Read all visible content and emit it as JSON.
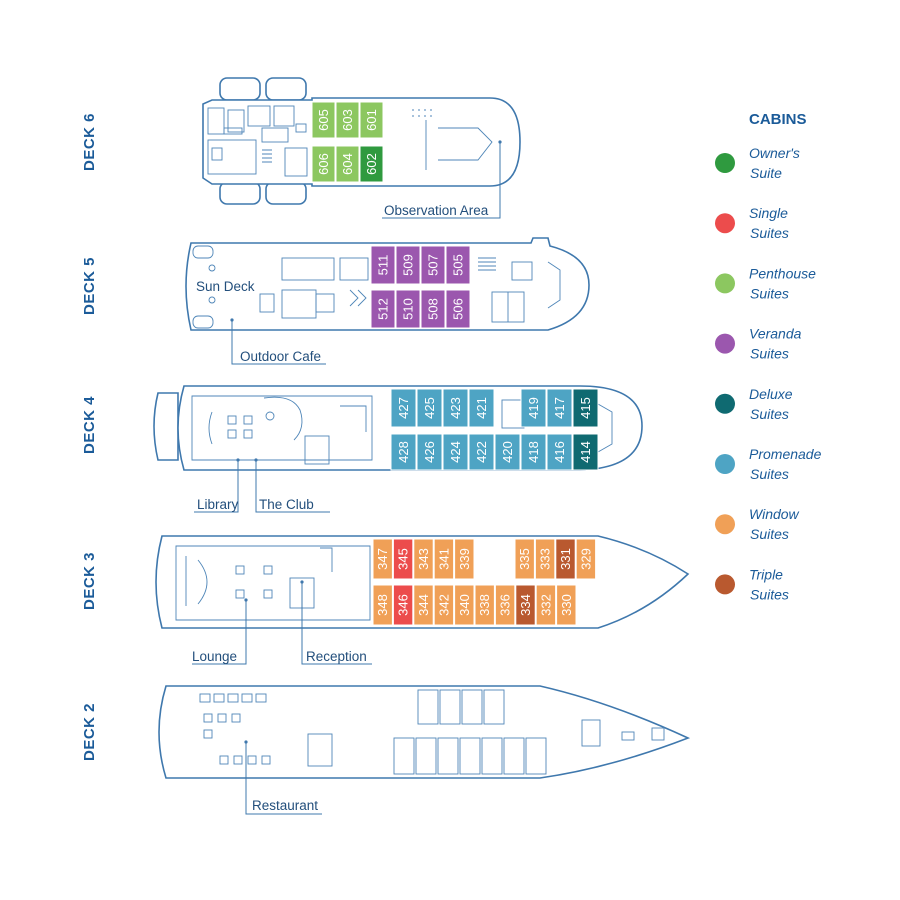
{
  "colors": {
    "owners": "#2f9a3f",
    "single": "#ec4c4c",
    "penthouse": "#8cc760",
    "veranda": "#9b57ae",
    "deluxe": "#0f6a71",
    "promenade": "#4ea4c4",
    "window": "#f0a057",
    "triple": "#b9592f"
  },
  "legend": {
    "title": "CABINS",
    "items": [
      {
        "key": "owners",
        "line1": "Owner's",
        "line2": "Suite"
      },
      {
        "key": "single",
        "line1": "Single",
        "line2": "Suites"
      },
      {
        "key": "penthouse",
        "line1": "Penthouse",
        "line2": "Suites"
      },
      {
        "key": "veranda",
        "line1": "Veranda",
        "line2": "Suites"
      },
      {
        "key": "deluxe",
        "line1": "Deluxe",
        "line2": "Suites"
      },
      {
        "key": "promenade",
        "line1": "Promenade",
        "line2": "Suites"
      },
      {
        "key": "window",
        "line1": "Window",
        "line2": "Suites"
      },
      {
        "key": "triple",
        "line1": "Triple",
        "line2": "Suites"
      }
    ]
  },
  "decks": {
    "deck6": {
      "label": "DECK 6"
    },
    "deck5": {
      "label": "DECK 5"
    },
    "deck4": {
      "label": "DECK 4"
    },
    "deck3": {
      "label": "DECK 3"
    },
    "deck2": {
      "label": "DECK 2"
    }
  },
  "areas": {
    "observation": "Observation Area",
    "sun_deck": "Sun Deck",
    "outdoor_cafe": "Outdoor Cafe",
    "library": "Library",
    "the_club": "The Club",
    "lounge": "Lounge",
    "reception": "Reception",
    "restaurant": "Restaurant"
  },
  "cabins": {
    "deck6": {
      "top": [
        {
          "n": "605",
          "t": "penthouse"
        },
        {
          "n": "603",
          "t": "penthouse"
        },
        {
          "n": "601",
          "t": "penthouse"
        }
      ],
      "bottom": [
        {
          "n": "606",
          "t": "penthouse"
        },
        {
          "n": "604",
          "t": "penthouse"
        },
        {
          "n": "602",
          "t": "owners"
        }
      ]
    },
    "deck5": {
      "top": [
        {
          "n": "511",
          "t": "veranda"
        },
        {
          "n": "509",
          "t": "veranda"
        },
        {
          "n": "507",
          "t": "veranda"
        },
        {
          "n": "505",
          "t": "veranda"
        }
      ],
      "bottom": [
        {
          "n": "512",
          "t": "veranda"
        },
        {
          "n": "510",
          "t": "veranda"
        },
        {
          "n": "508",
          "t": "veranda"
        },
        {
          "n": "506",
          "t": "veranda"
        }
      ]
    },
    "deck4": {
      "top": [
        {
          "n": "427",
          "t": "promenade"
        },
        {
          "n": "425",
          "t": "promenade"
        },
        {
          "n": "423",
          "t": "promenade"
        },
        {
          "n": "421",
          "t": "promenade"
        },
        {
          "n": "419",
          "t": "promenade"
        },
        {
          "n": "417",
          "t": "promenade"
        },
        {
          "n": "415",
          "t": "deluxe"
        }
      ],
      "bottom": [
        {
          "n": "428",
          "t": "promenade"
        },
        {
          "n": "426",
          "t": "promenade"
        },
        {
          "n": "424",
          "t": "promenade"
        },
        {
          "n": "422",
          "t": "promenade"
        },
        {
          "n": "420",
          "t": "promenade"
        },
        {
          "n": "418",
          "t": "promenade"
        },
        {
          "n": "416",
          "t": "promenade"
        },
        {
          "n": "414",
          "t": "deluxe"
        }
      ]
    },
    "deck3": {
      "top": [
        {
          "n": "347",
          "t": "window"
        },
        {
          "n": "345",
          "t": "single"
        },
        {
          "n": "343",
          "t": "window"
        },
        {
          "n": "341",
          "t": "window"
        },
        {
          "n": "339",
          "t": "window"
        },
        {
          "n": "335",
          "t": "window"
        },
        {
          "n": "333",
          "t": "window"
        },
        {
          "n": "331",
          "t": "triple"
        },
        {
          "n": "329",
          "t": "window"
        }
      ],
      "bottom": [
        {
          "n": "348",
          "t": "window"
        },
        {
          "n": "346",
          "t": "single"
        },
        {
          "n": "344",
          "t": "window"
        },
        {
          "n": "342",
          "t": "window"
        },
        {
          "n": "340",
          "t": "window"
        },
        {
          "n": "338",
          "t": "window"
        },
        {
          "n": "336",
          "t": "window"
        },
        {
          "n": "334",
          "t": "triple"
        },
        {
          "n": "332",
          "t": "window"
        },
        {
          "n": "330",
          "t": "window"
        }
      ]
    }
  }
}
